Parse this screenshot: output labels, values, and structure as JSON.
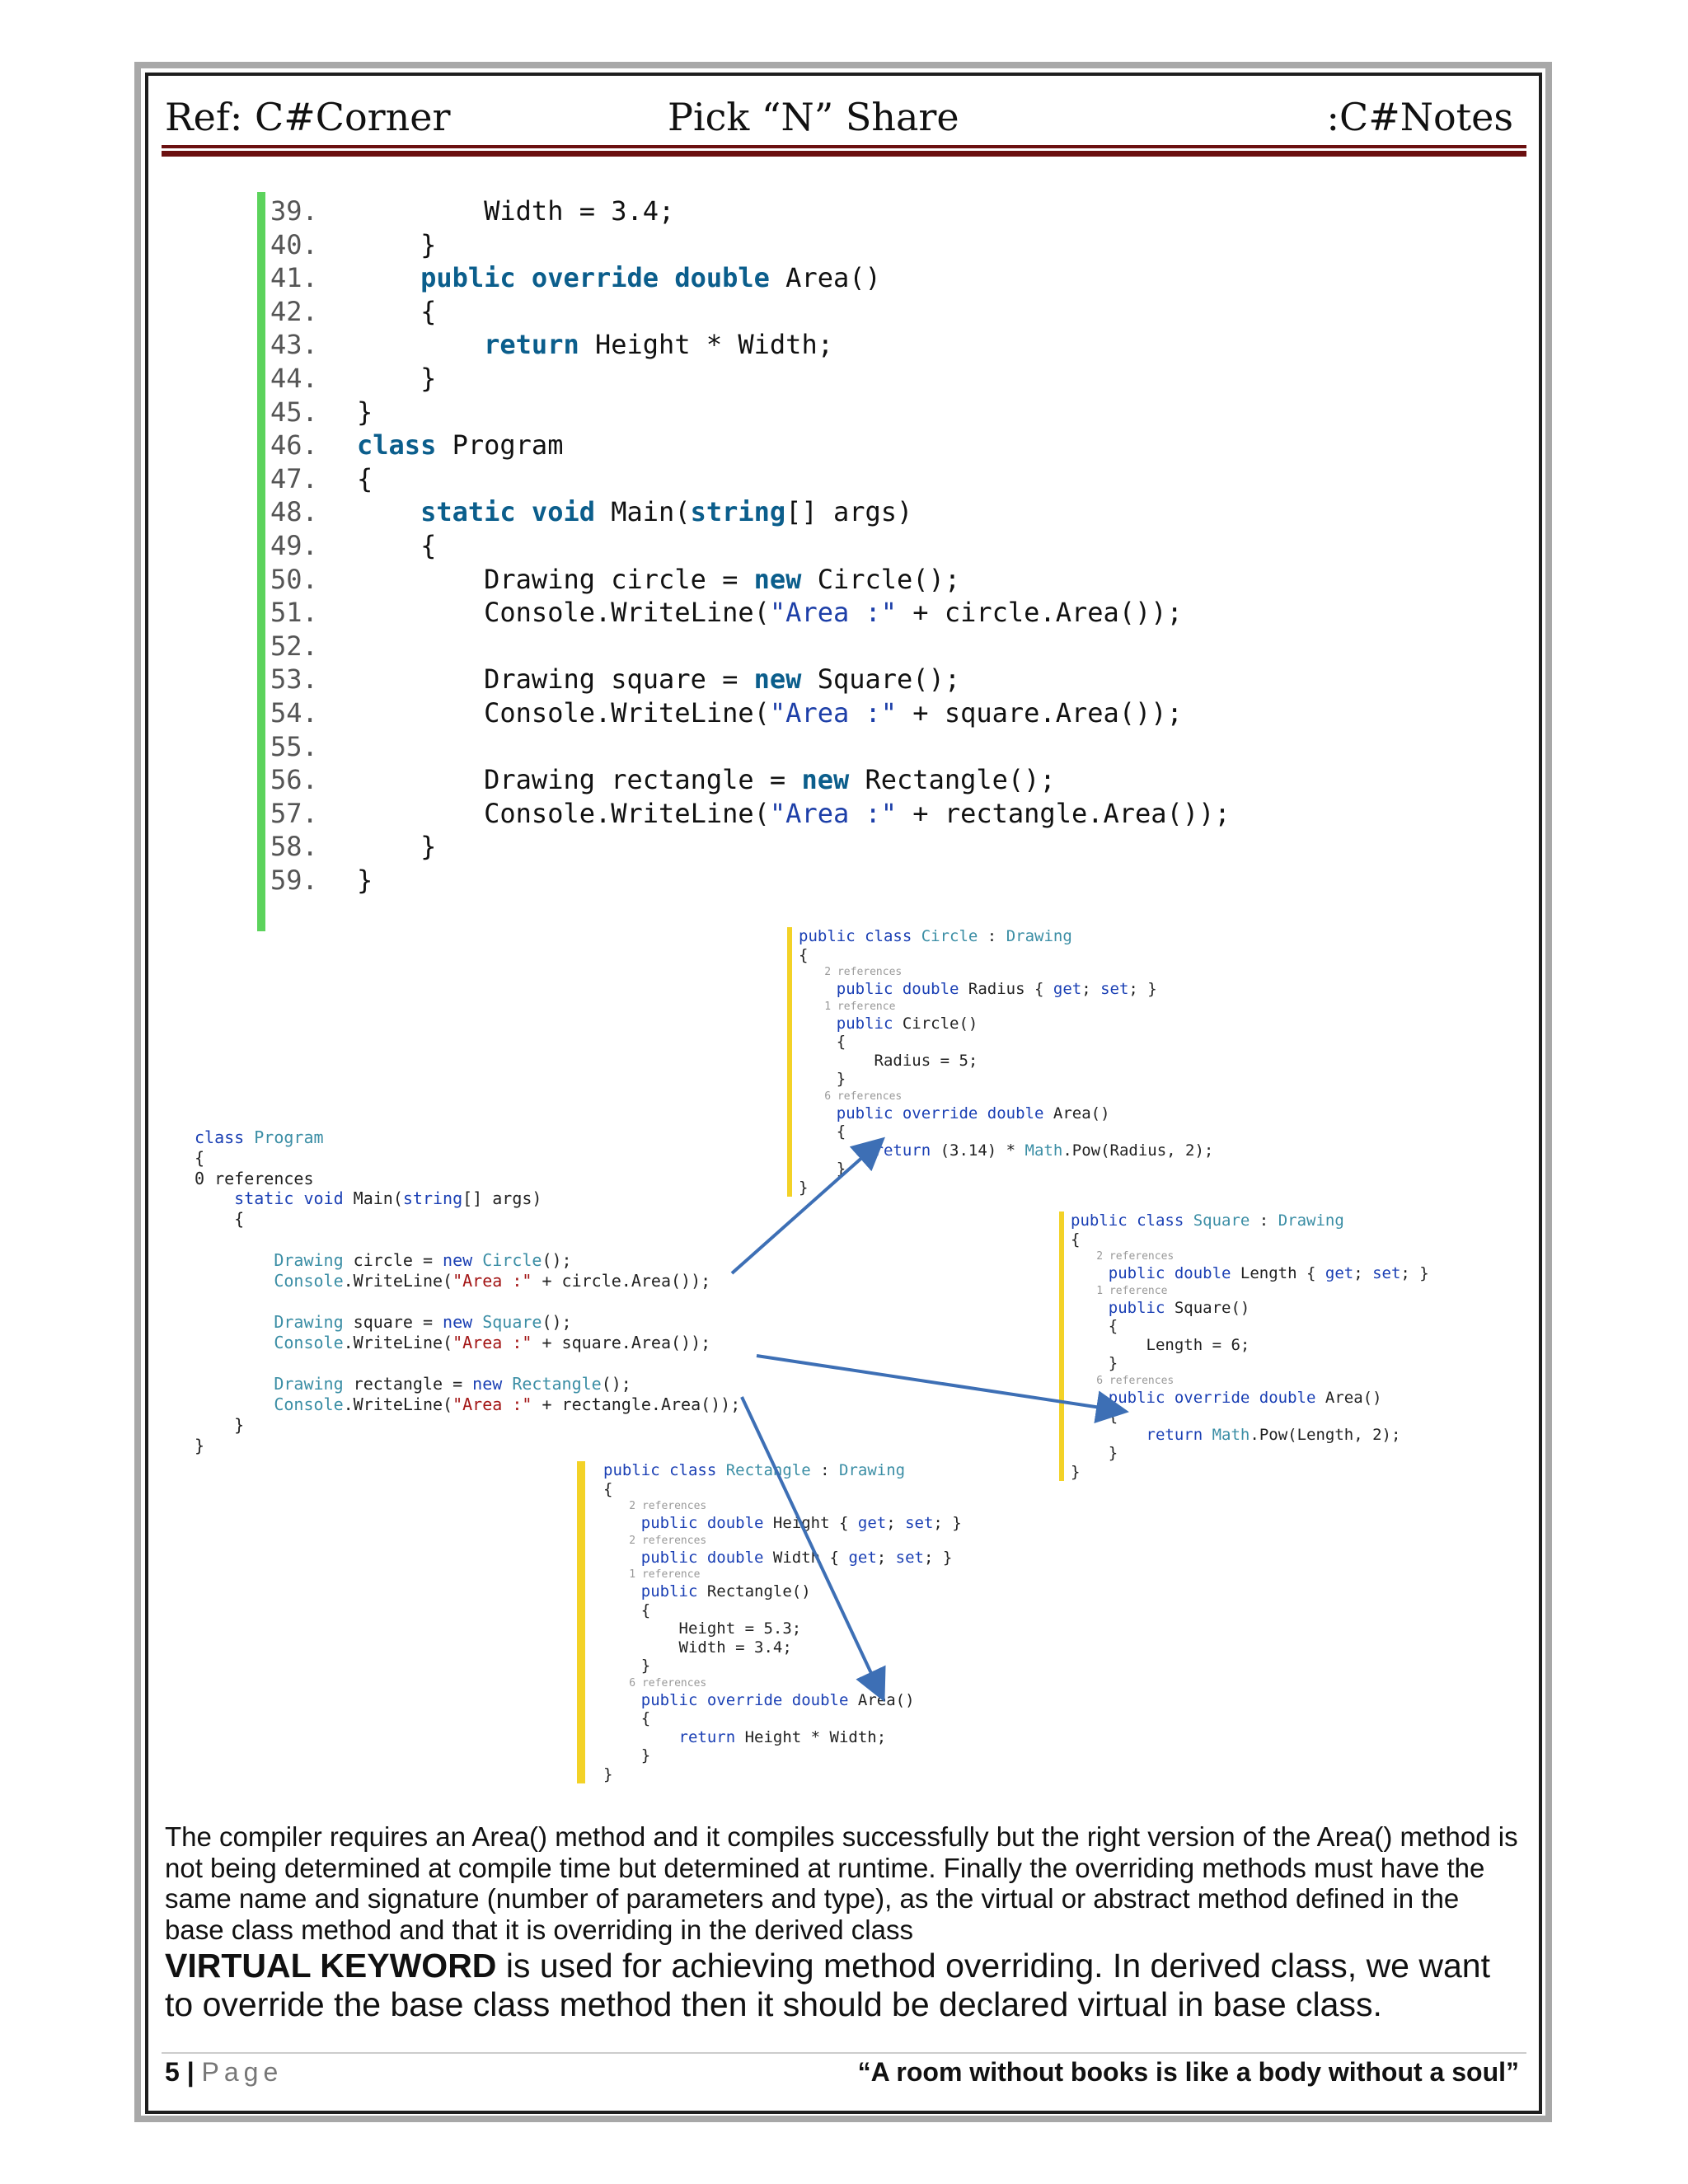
{
  "header": {
    "left": "Ref: C#Corner",
    "center": "Pick “N” Share",
    "right": ":C#Notes"
  },
  "code_lines": [
    {
      "n": "39.",
      "segs": [
        {
          "t": "        Width = 3.4;"
        }
      ]
    },
    {
      "n": "40.",
      "segs": [
        {
          "t": "    }"
        }
      ]
    },
    {
      "n": "41.",
      "segs": [
        {
          "t": "    "
        },
        {
          "t": "public override double",
          "c": "kw"
        },
        {
          "t": " Area()"
        }
      ]
    },
    {
      "n": "42.",
      "segs": [
        {
          "t": "    {"
        }
      ]
    },
    {
      "n": "43.",
      "segs": [
        {
          "t": "        "
        },
        {
          "t": "return",
          "c": "kw"
        },
        {
          "t": " Height * Width;"
        }
      ]
    },
    {
      "n": "44.",
      "segs": [
        {
          "t": "    }"
        }
      ]
    },
    {
      "n": "45.",
      "segs": [
        {
          "t": "}"
        }
      ]
    },
    {
      "n": "46.",
      "segs": [
        {
          "t": "class",
          "c": "kw"
        },
        {
          "t": " Program"
        }
      ]
    },
    {
      "n": "47.",
      "segs": [
        {
          "t": "{"
        }
      ]
    },
    {
      "n": "48.",
      "segs": [
        {
          "t": "    "
        },
        {
          "t": "static void",
          "c": "kw"
        },
        {
          "t": " Main("
        },
        {
          "t": "string",
          "c": "kw"
        },
        {
          "t": "[] args)"
        }
      ]
    },
    {
      "n": "49.",
      "segs": [
        {
          "t": "    {"
        }
      ]
    },
    {
      "n": "50.",
      "segs": [
        {
          "t": "        Drawing circle = "
        },
        {
          "t": "new",
          "c": "kw"
        },
        {
          "t": " Circle();"
        }
      ]
    },
    {
      "n": "51.",
      "segs": [
        {
          "t": "        Console.WriteLine("
        },
        {
          "t": "\"Area :\"",
          "c": "str"
        },
        {
          "t": " + circle.Area());"
        }
      ]
    },
    {
      "n": "52.",
      "segs": [
        {
          "t": ""
        }
      ]
    },
    {
      "n": "53.",
      "segs": [
        {
          "t": "        Drawing square = "
        },
        {
          "t": "new",
          "c": "kw"
        },
        {
          "t": " Square();"
        }
      ]
    },
    {
      "n": "54.",
      "segs": [
        {
          "t": "        Console.WriteLine("
        },
        {
          "t": "\"Area :\"",
          "c": "str"
        },
        {
          "t": " + square.Area());"
        }
      ]
    },
    {
      "n": "55.",
      "segs": [
        {
          "t": ""
        }
      ]
    },
    {
      "n": "56.",
      "segs": [
        {
          "t": "        Drawing rectangle = "
        },
        {
          "t": "new",
          "c": "kw"
        },
        {
          "t": " Rectangle();"
        }
      ]
    },
    {
      "n": "57.",
      "segs": [
        {
          "t": "        Console.WriteLine("
        },
        {
          "t": "\"Area :\"",
          "c": "str"
        },
        {
          "t": " + rectangle.Area());"
        }
      ]
    },
    {
      "n": "58.",
      "segs": [
        {
          "t": "    }"
        }
      ]
    },
    {
      "n": "59.",
      "segs": [
        {
          "t": "}"
        }
      ]
    }
  ],
  "diagram": {
    "circle_class": [
      {
        "segs": [
          {
            "t": "public class",
            "c": "k2"
          },
          {
            "t": " Circle",
            "c": "t2"
          },
          {
            "t": " : "
          },
          {
            "t": "Drawing",
            "c": "t2"
          }
        ]
      },
      {
        "segs": [
          {
            "t": "{"
          }
        ]
      },
      {
        "ref": "    2 references"
      },
      {
        "segs": [
          {
            "t": "    "
          },
          {
            "t": "public double",
            "c": "k2"
          },
          {
            "t": " Radius { "
          },
          {
            "t": "get",
            "c": "k2"
          },
          {
            "t": "; "
          },
          {
            "t": "set",
            "c": "k2"
          },
          {
            "t": "; }"
          }
        ]
      },
      {
        "ref": "    1 reference"
      },
      {
        "segs": [
          {
            "t": "    "
          },
          {
            "t": "public",
            "c": "k2"
          },
          {
            "t": " Circle()"
          }
        ]
      },
      {
        "segs": [
          {
            "t": "    {"
          }
        ]
      },
      {
        "segs": [
          {
            "t": "        Radius = 5;"
          }
        ]
      },
      {
        "segs": [
          {
            "t": "    }"
          }
        ]
      },
      {
        "ref": "    6 references"
      },
      {
        "segs": [
          {
            "t": "    "
          },
          {
            "t": "public override double",
            "c": "k2"
          },
          {
            "t": " Area()"
          }
        ]
      },
      {
        "segs": [
          {
            "t": "    {"
          }
        ]
      },
      {
        "segs": [
          {
            "t": "        "
          },
          {
            "t": "return",
            "c": "k2"
          },
          {
            "t": " (3.14) * "
          },
          {
            "t": "Math",
            "c": "t2"
          },
          {
            "t": ".Pow(Radius, 2);"
          }
        ]
      },
      {
        "segs": [
          {
            "t": "    }"
          }
        ]
      },
      {
        "segs": [
          {
            "t": "}"
          }
        ]
      }
    ],
    "square_class": [
      {
        "segs": [
          {
            "t": "public class",
            "c": "k2"
          },
          {
            "t": " Square",
            "c": "t2"
          },
          {
            "t": " : "
          },
          {
            "t": "Drawing",
            "c": "t2"
          }
        ]
      },
      {
        "segs": [
          {
            "t": "{"
          }
        ]
      },
      {
        "ref": "    2 references"
      },
      {
        "segs": [
          {
            "t": "    "
          },
          {
            "t": "public double",
            "c": "k2"
          },
          {
            "t": " Length { "
          },
          {
            "t": "get",
            "c": "k2"
          },
          {
            "t": "; "
          },
          {
            "t": "set",
            "c": "k2"
          },
          {
            "t": "; }"
          }
        ]
      },
      {
        "ref": "    1 reference"
      },
      {
        "segs": [
          {
            "t": "    "
          },
          {
            "t": "public",
            "c": "k2"
          },
          {
            "t": " Square()"
          }
        ]
      },
      {
        "segs": [
          {
            "t": "    {"
          }
        ]
      },
      {
        "segs": [
          {
            "t": "        Length = 6;"
          }
        ]
      },
      {
        "segs": [
          {
            "t": "    }"
          }
        ]
      },
      {
        "ref": "    6 references"
      },
      {
        "segs": [
          {
            "t": "    "
          },
          {
            "t": "public override double",
            "c": "k2"
          },
          {
            "t": " Area()"
          }
        ]
      },
      {
        "segs": [
          {
            "t": "    {"
          }
        ]
      },
      {
        "segs": [
          {
            "t": "        "
          },
          {
            "t": "return",
            "c": "k2"
          },
          {
            "t": " "
          },
          {
            "t": "Math",
            "c": "t2"
          },
          {
            "t": ".Pow(Length, 2);"
          }
        ]
      },
      {
        "segs": [
          {
            "t": "    }"
          }
        ]
      },
      {
        "segs": [
          {
            "t": "}"
          }
        ]
      }
    ],
    "rectangle_class": [
      {
        "segs": [
          {
            "t": "public class",
            "c": "k2"
          },
          {
            "t": " Rectangle",
            "c": "t2"
          },
          {
            "t": " : "
          },
          {
            "t": "Drawing",
            "c": "t2"
          }
        ]
      },
      {
        "segs": [
          {
            "t": "{"
          }
        ]
      },
      {
        "ref": "    2 references"
      },
      {
        "segs": [
          {
            "t": "    "
          },
          {
            "t": "public double",
            "c": "k2"
          },
          {
            "t": " Height { "
          },
          {
            "t": "get",
            "c": "k2"
          },
          {
            "t": "; "
          },
          {
            "t": "set",
            "c": "k2"
          },
          {
            "t": "; }"
          }
        ]
      },
      {
        "ref": "    2 references"
      },
      {
        "segs": [
          {
            "t": "    "
          },
          {
            "t": "public double",
            "c": "k2"
          },
          {
            "t": " Width { "
          },
          {
            "t": "get",
            "c": "k2"
          },
          {
            "t": "; "
          },
          {
            "t": "set",
            "c": "k2"
          },
          {
            "t": "; }"
          }
        ]
      },
      {
        "ref": "    1 reference"
      },
      {
        "segs": [
          {
            "t": "    "
          },
          {
            "t": "public",
            "c": "k2"
          },
          {
            "t": " Rectangle()"
          }
        ]
      },
      {
        "segs": [
          {
            "t": "    {"
          }
        ]
      },
      {
        "segs": [
          {
            "t": "        Height = 5.3;"
          }
        ]
      },
      {
        "segs": [
          {
            "t": "        Width = 3.4;"
          }
        ]
      },
      {
        "segs": [
          {
            "t": "    }"
          }
        ]
      },
      {
        "ref": "    6 references"
      },
      {
        "segs": [
          {
            "t": "    "
          },
          {
            "t": "public override double",
            "c": "k2"
          },
          {
            "t": " Area()"
          }
        ]
      },
      {
        "segs": [
          {
            "t": "    {"
          }
        ]
      },
      {
        "segs": [
          {
            "t": "        "
          },
          {
            "t": "return",
            "c": "k2"
          },
          {
            "t": " Height * Width;"
          }
        ]
      },
      {
        "segs": [
          {
            "t": "    }"
          }
        ]
      },
      {
        "segs": [
          {
            "t": "}"
          }
        ]
      }
    ],
    "program_class": [
      {
        "segs": [
          {
            "t": "class",
            "c": "k2"
          },
          {
            "t": " Program",
            "c": "t2"
          }
        ]
      },
      {
        "segs": [
          {
            "t": "{"
          }
        ]
      },
      {
        "ref": "    0 references"
      },
      {
        "segs": [
          {
            "t": "    "
          },
          {
            "t": "static void",
            "c": "k2"
          },
          {
            "t": " Main("
          },
          {
            "t": "string",
            "c": "k2"
          },
          {
            "t": "[] args)"
          }
        ]
      },
      {
        "segs": [
          {
            "t": "    {"
          }
        ]
      },
      {
        "gap": true
      },
      {
        "segs": [
          {
            "t": "        "
          },
          {
            "t": "Drawing",
            "c": "t2"
          },
          {
            "t": " circle = "
          },
          {
            "t": "new",
            "c": "k2"
          },
          {
            "t": " "
          },
          {
            "t": "Circle",
            "c": "t2"
          },
          {
            "t": "();"
          }
        ]
      },
      {
        "segs": [
          {
            "t": "        "
          },
          {
            "t": "Console",
            "c": "t2"
          },
          {
            "t": ".WriteLine("
          },
          {
            "t": "\"Area :\"",
            "c": "s2"
          },
          {
            "t": " + circle.Area());"
          }
        ]
      },
      {
        "gap": true
      },
      {
        "segs": [
          {
            "t": "        "
          },
          {
            "t": "Drawing",
            "c": "t2"
          },
          {
            "t": " square = "
          },
          {
            "t": "new",
            "c": "k2"
          },
          {
            "t": " "
          },
          {
            "t": "Square",
            "c": "t2"
          },
          {
            "t": "();"
          }
        ]
      },
      {
        "segs": [
          {
            "t": "        "
          },
          {
            "t": "Console",
            "c": "t2"
          },
          {
            "t": ".WriteLine("
          },
          {
            "t": "\"Area :\"",
            "c": "s2"
          },
          {
            "t": " + square.Area());"
          }
        ]
      },
      {
        "gap": true
      },
      {
        "segs": [
          {
            "t": "        "
          },
          {
            "t": "Drawing",
            "c": "t2"
          },
          {
            "t": " rectangle = "
          },
          {
            "t": "new",
            "c": "k2"
          },
          {
            "t": " "
          },
          {
            "t": "Rectangle",
            "c": "t2"
          },
          {
            "t": "();"
          }
        ]
      },
      {
        "segs": [
          {
            "t": "        "
          },
          {
            "t": "Console",
            "c": "t2"
          },
          {
            "t": ".WriteLine("
          },
          {
            "t": "\"Area :\"",
            "c": "s2"
          },
          {
            "t": " + rectangle.Area());"
          }
        ]
      },
      {
        "segs": [
          {
            "t": "    }"
          }
        ]
      },
      {
        "segs": [
          {
            "t": "}"
          }
        ]
      }
    ],
    "arrow_color": "#3d6fb5"
  },
  "body": {
    "paragraph1": "The compiler requires an Area() method and it compiles successfully but the right version of the Area() method is not being determined at compile time but determined at runtime. Finally the overriding methods must have the same name and signature (number of parameters and type), as the virtual or abstract method defined in the base class method and that it is overriding in the derived class",
    "paragraph2_bold": "VIRTUAL KEYWORD",
    "paragraph2_rest": " is used for achieving method overriding. In derived class, we want to override the base class method then it should be declared virtual in base class."
  },
  "footer": {
    "page_number": "5",
    "separator": " | ",
    "page_label": "Page",
    "quote": "“A room without books is like a body without a soul”"
  }
}
